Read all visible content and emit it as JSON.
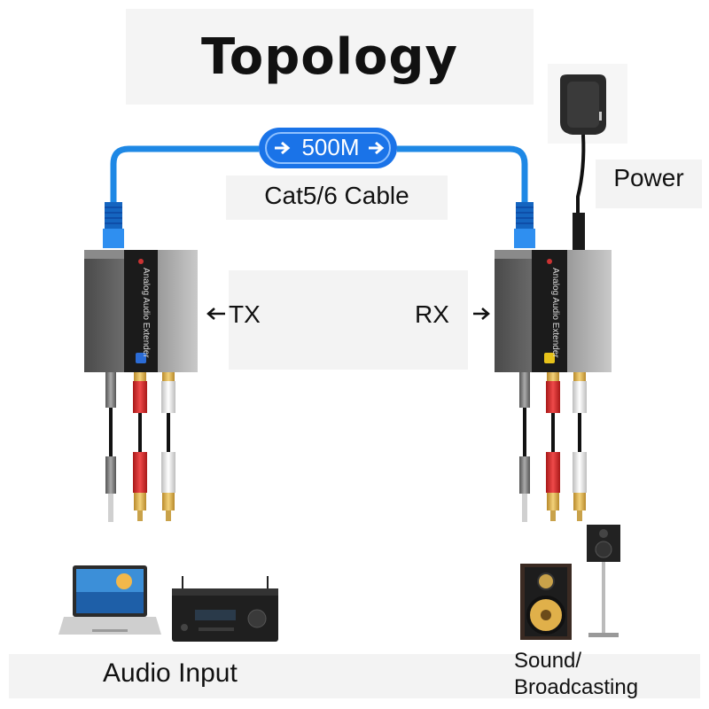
{
  "title": "Topology",
  "link": {
    "distance": "500M",
    "cable": "Cat5/6 Cable"
  },
  "power": {
    "label": "Power"
  },
  "tx": {
    "label": "TX",
    "device_text": "Analog Audio Extender"
  },
  "rx": {
    "label": "RX",
    "device_text": "Analog Audio Extender"
  },
  "source": {
    "label": "Audio Input"
  },
  "sink": {
    "label_line1": "Sound/",
    "label_line2": "Broadcasting"
  },
  "colors": {
    "cable_blue": "#1e88e5",
    "badge_blue": "#1a73e8",
    "device_body": "#5d5d5d",
    "rca_red": "#d42a2a",
    "rca_white": "#e8e8e8"
  },
  "icons": [
    "power-adapter-icon",
    "laptop-icon",
    "av-receiver-icon",
    "speaker-icon",
    "rj45-plug-icon"
  ]
}
